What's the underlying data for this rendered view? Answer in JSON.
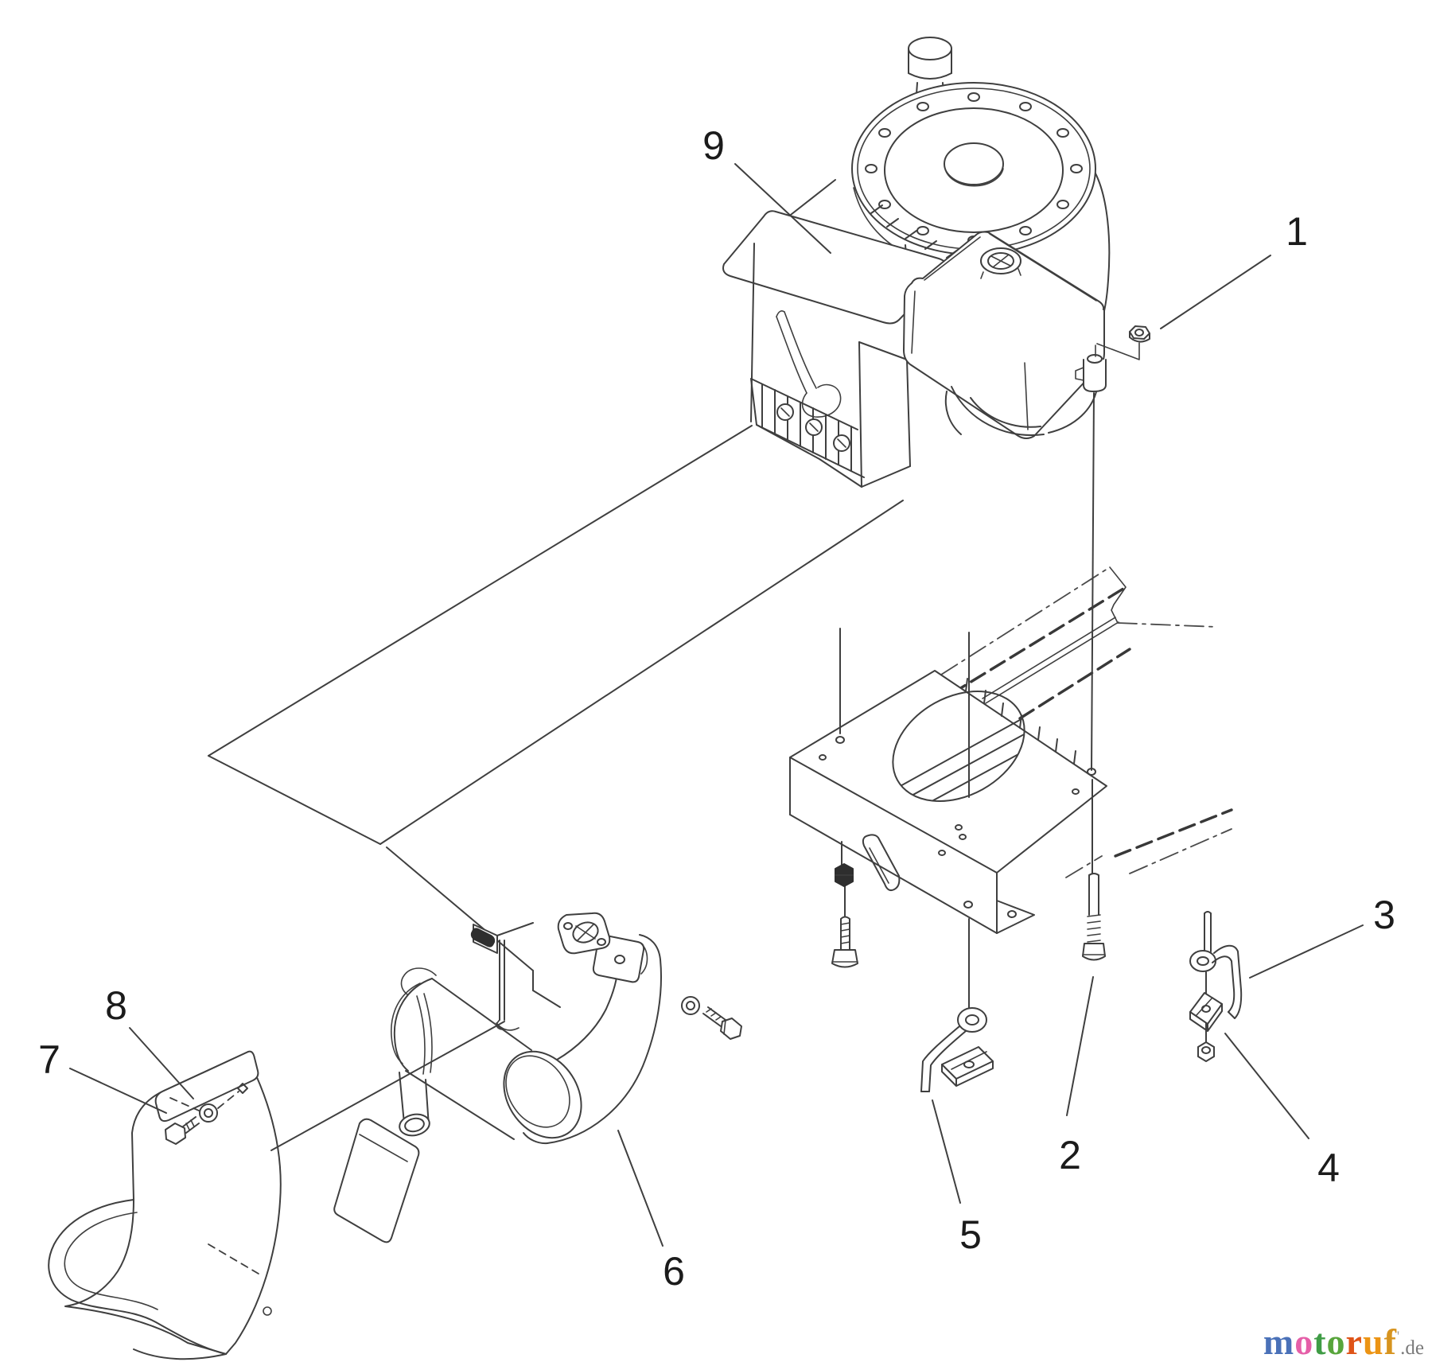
{
  "diagram": {
    "kind": "exploded-parts-line-drawing",
    "background": "#ffffff",
    "line_color": "#3f3f3f",
    "callout_color": "#1b1b1b",
    "callouts": [
      {
        "label": "1"
      },
      {
        "label": "2"
      },
      {
        "label": "3"
      },
      {
        "label": "4"
      },
      {
        "label": "5"
      },
      {
        "label": "6"
      },
      {
        "label": "7"
      },
      {
        "label": "8"
      },
      {
        "label": "9"
      }
    ]
  },
  "watermark": {
    "brand_letters": [
      {
        "ch": "m",
        "color": "#4a71b8"
      },
      {
        "ch": "o",
        "color": "#e55fa8"
      },
      {
        "ch": "t",
        "color": "#3f9c45"
      },
      {
        "ch": "o",
        "color": "#58a53c"
      },
      {
        "ch": "r",
        "color": "#df5418"
      },
      {
        "ch": "u",
        "color": "#ec9414"
      },
      {
        "ch": "f",
        "color": "#d7941f"
      }
    ],
    "mark": "'",
    "mark_color": "#9a9a9a",
    "suffix": ".de",
    "suffix_color": "#7a7a7a"
  }
}
